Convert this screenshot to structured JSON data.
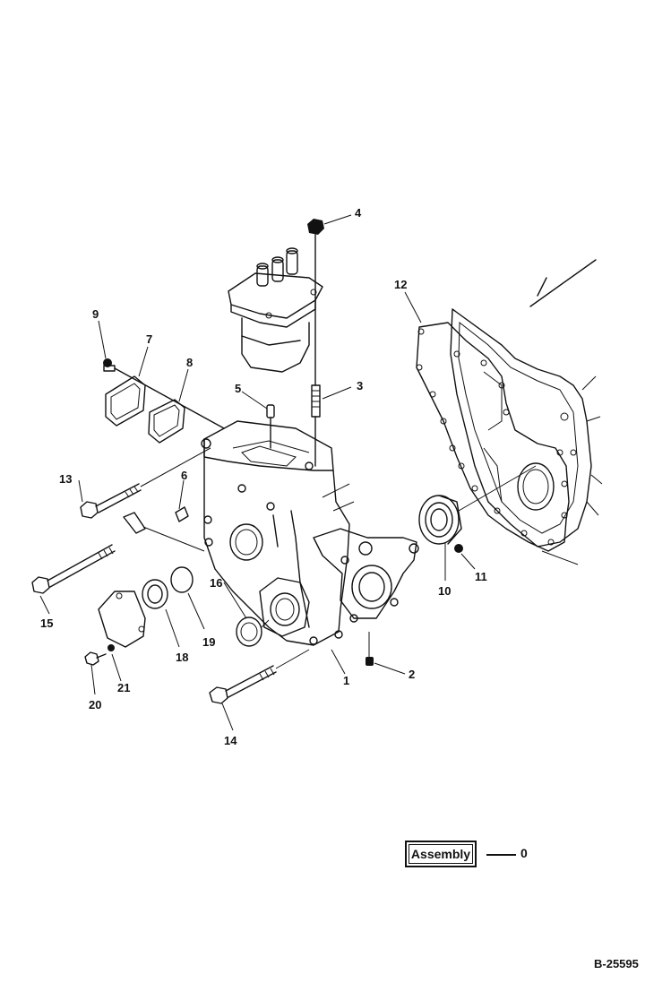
{
  "callouts": {
    "c0": "0",
    "c1": "1",
    "c2": "2",
    "c3": "3",
    "c4": "4",
    "c5": "5",
    "c6": "6",
    "c7": "7",
    "c8": "8",
    "c9": "9",
    "c10": "10",
    "c11": "11",
    "c12": "12",
    "c13": "13",
    "c14": "14",
    "c15": "15",
    "c16": "16",
    "c18": "18",
    "c19": "19",
    "c20": "20",
    "c21": "21"
  },
  "legend": {
    "label": "Assembly",
    "number": "0"
  },
  "figure_number": "B-25595"
}
